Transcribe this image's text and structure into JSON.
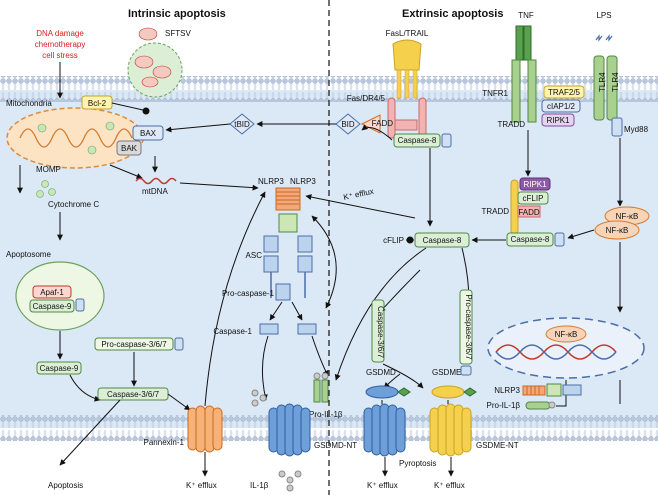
{
  "headers": {
    "intrinsic": "Intrinsic apoptosis",
    "extrinsic": "Extrinsic apoptosis"
  },
  "intrinsic": {
    "stress": [
      "DNA damage",
      "chemotherapy",
      "cell stress"
    ],
    "sftsv": "SFTSV",
    "mitochondria": "Mitochondria",
    "bcl2": "Bcl-2",
    "bax": "BAX",
    "bak": "BAK",
    "momp": "MOMP",
    "mtdna": "mtDNA",
    "cytochrome_c": "Cytochrome C",
    "apoptosome": "Apoptosome",
    "apaf1": "Apaf-1",
    "caspase9_complex": "Caspase-9",
    "caspase9": "Caspase-9",
    "pro_caspase_367": "Pro-caspase-3/6/7",
    "caspase_367": "Caspase-3/6/7",
    "pannexin": "Pannexin-1",
    "apoptosis": "Apoptosis",
    "k_efflux": "K⁺ efflux"
  },
  "center": {
    "tbid": "tBID",
    "bid": "BID",
    "nlrp3_left": "NLRP3",
    "nlrp3_right": "NLRP3",
    "asc": "ASC",
    "pro_caspase1": "Pro-caspase-1",
    "caspase1": "Caspase-1",
    "pro_il1b": "Pro-IL-1β",
    "gsdmd_nt": "GSDMD-NT",
    "il1b": "IL-1β",
    "k_efflux_label": "K⁺ efflux"
  },
  "extrinsic": {
    "fasl": "FasL/TRAIL",
    "fas": "Fas/DR4/5",
    "fadd_top": "FADD",
    "caspase8_top": "Caspase-8",
    "tnf": "TNF",
    "tnfr1": "TNFR1",
    "tradd_top": "TRADD",
    "traf": "TRAF2/5",
    "ciap": "cIAP1/2",
    "ripk1_top": "RIPK1",
    "lps": "LPS",
    "tlr4_a": "TLR4",
    "tlr4_b": "TLR4",
    "myd88": "Myd88",
    "tradd_mid": "TRADD",
    "ripk1_mid": "RIPK1",
    "cflip_box": "cFLIP",
    "fadd_mid": "FADD",
    "caspase8_mid": "Caspase-8",
    "cflip": "cFLIP",
    "caspase8_center": "Caspase-8",
    "nfkb_1": "NF-κB",
    "nfkb_2": "NF-κB",
    "nfkb_nucleus": "NF-κB",
    "caspase_367_v": "Caspase-3/6/7",
    "pro_caspase_367_v": "Pro-caspase-3/6/7",
    "gsdmd": "GSDMD",
    "gsdme": "GSDME",
    "nlrp3_gene": "NLRP3",
    "pro_il1b_gene": "Pro-IL-1β",
    "pyroptosis": "Pyroptosis",
    "gsdme_nt": "GSDME-NT",
    "k_efflux_1": "K⁺ efflux",
    "k_efflux_2": "K⁺ efflux"
  }
}
